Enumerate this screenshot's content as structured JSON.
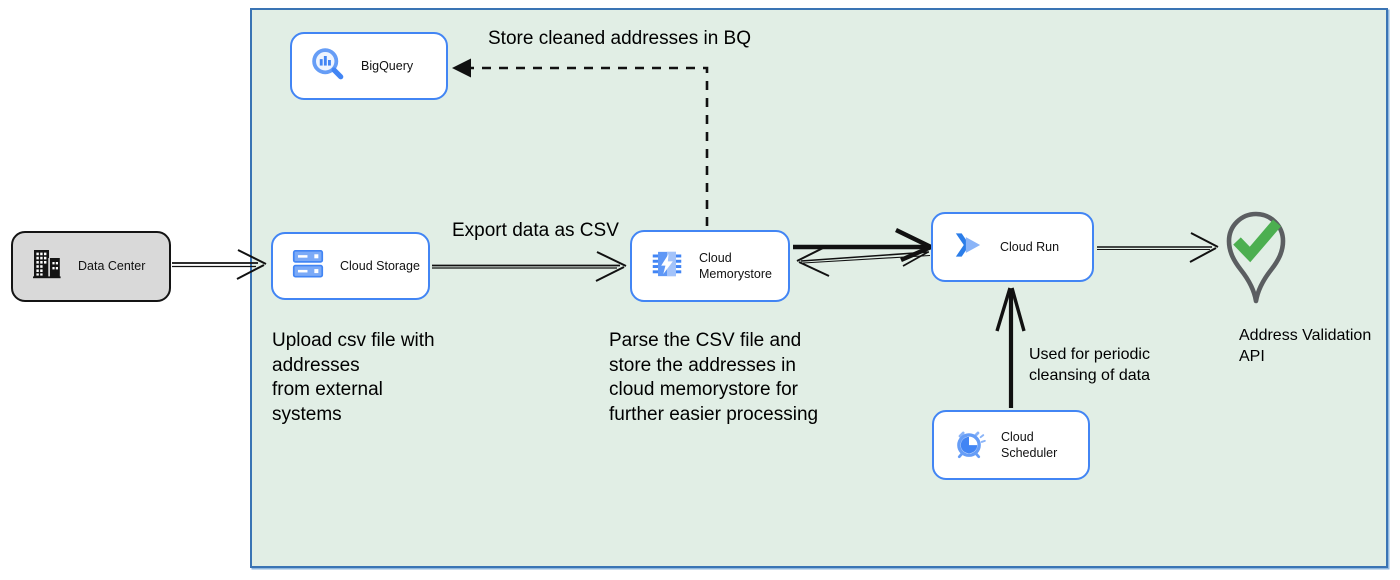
{
  "nodes": {
    "data_center": {
      "label": "Data Center",
      "icon": "building-icon"
    },
    "cloud_storage": {
      "label": "Cloud Storage",
      "icon": "cloud-storage-icon"
    },
    "bigquery": {
      "label": "BigQuery",
      "icon": "bigquery-magnifier-icon"
    },
    "cloud_memorystore": {
      "label": "Cloud\nMemorystore",
      "icon": "memorystore-chip-icon"
    },
    "cloud_run": {
      "label": "Cloud Run",
      "icon": "cloud-run-icon"
    },
    "cloud_scheduler": {
      "label": "Cloud Scheduler",
      "icon": "scheduler-clock-icon"
    },
    "address_validation_api": {
      "label": "Address Validation\nAPI",
      "icon": "map-pin-check-icon"
    }
  },
  "edge_labels": {
    "store_bq": "Store cleaned addresses in BQ",
    "export_csv": "Export data as CSV",
    "periodic_cleansing": "Used for periodic\ncleansing of data"
  },
  "annotations": {
    "upload_csv": "Upload csv file with\naddresses\nfrom external\nsystems",
    "parse_csv": "Parse the CSV file and\nstore the addresses in\ncloud  memorystore for\nfurther easier processing"
  },
  "colors": {
    "boundary_fill": "#e1eee5",
    "boundary_border": "#3a74b4",
    "node_border": "#4285f4",
    "node_fill": "#ffffff",
    "external_node_fill": "#d9d9d9",
    "external_node_border": "#141414",
    "icon_blue_dark": "#4285f4",
    "icon_blue_mid": "#669df6",
    "icon_blue_light": "#a8c7fa",
    "pin_outline_gray": "#5b5e61",
    "check_green": "#4caf50",
    "arrow_color": "#111111",
    "text_color": "#000000"
  }
}
